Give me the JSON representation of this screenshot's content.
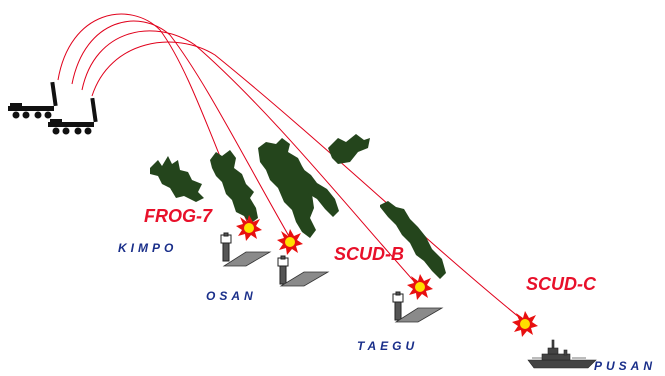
{
  "colors": {
    "trajectory": "#e0001b",
    "missile_label": "#e8102a",
    "site_label": "#1a2f8a",
    "terrain": "#24451c",
    "explosion_outer": "#e81010",
    "explosion_inner": "#ffe000",
    "runway": "#8a8a8a",
    "ink": "#111111"
  },
  "missiles": [
    {
      "id": "frog7",
      "label": "FROG-7"
    },
    {
      "id": "scudb",
      "label": "SCUD-B"
    },
    {
      "id": "scudc",
      "label": "SCUD-C"
    }
  ],
  "targets": [
    {
      "id": "kimpo",
      "label": "KIMPO",
      "type": "airfield"
    },
    {
      "id": "osan",
      "label": "OSAN",
      "type": "airfield"
    },
    {
      "id": "taegu",
      "label": "TAEGU",
      "type": "airfield"
    },
    {
      "id": "pusan",
      "label": "PUSAN",
      "type": "port"
    }
  ],
  "icons": [
    "missile-launcher-icon",
    "mountain-ridge-icon",
    "control-tower-icon",
    "runway-icon",
    "explosion-icon",
    "warship-icon"
  ]
}
